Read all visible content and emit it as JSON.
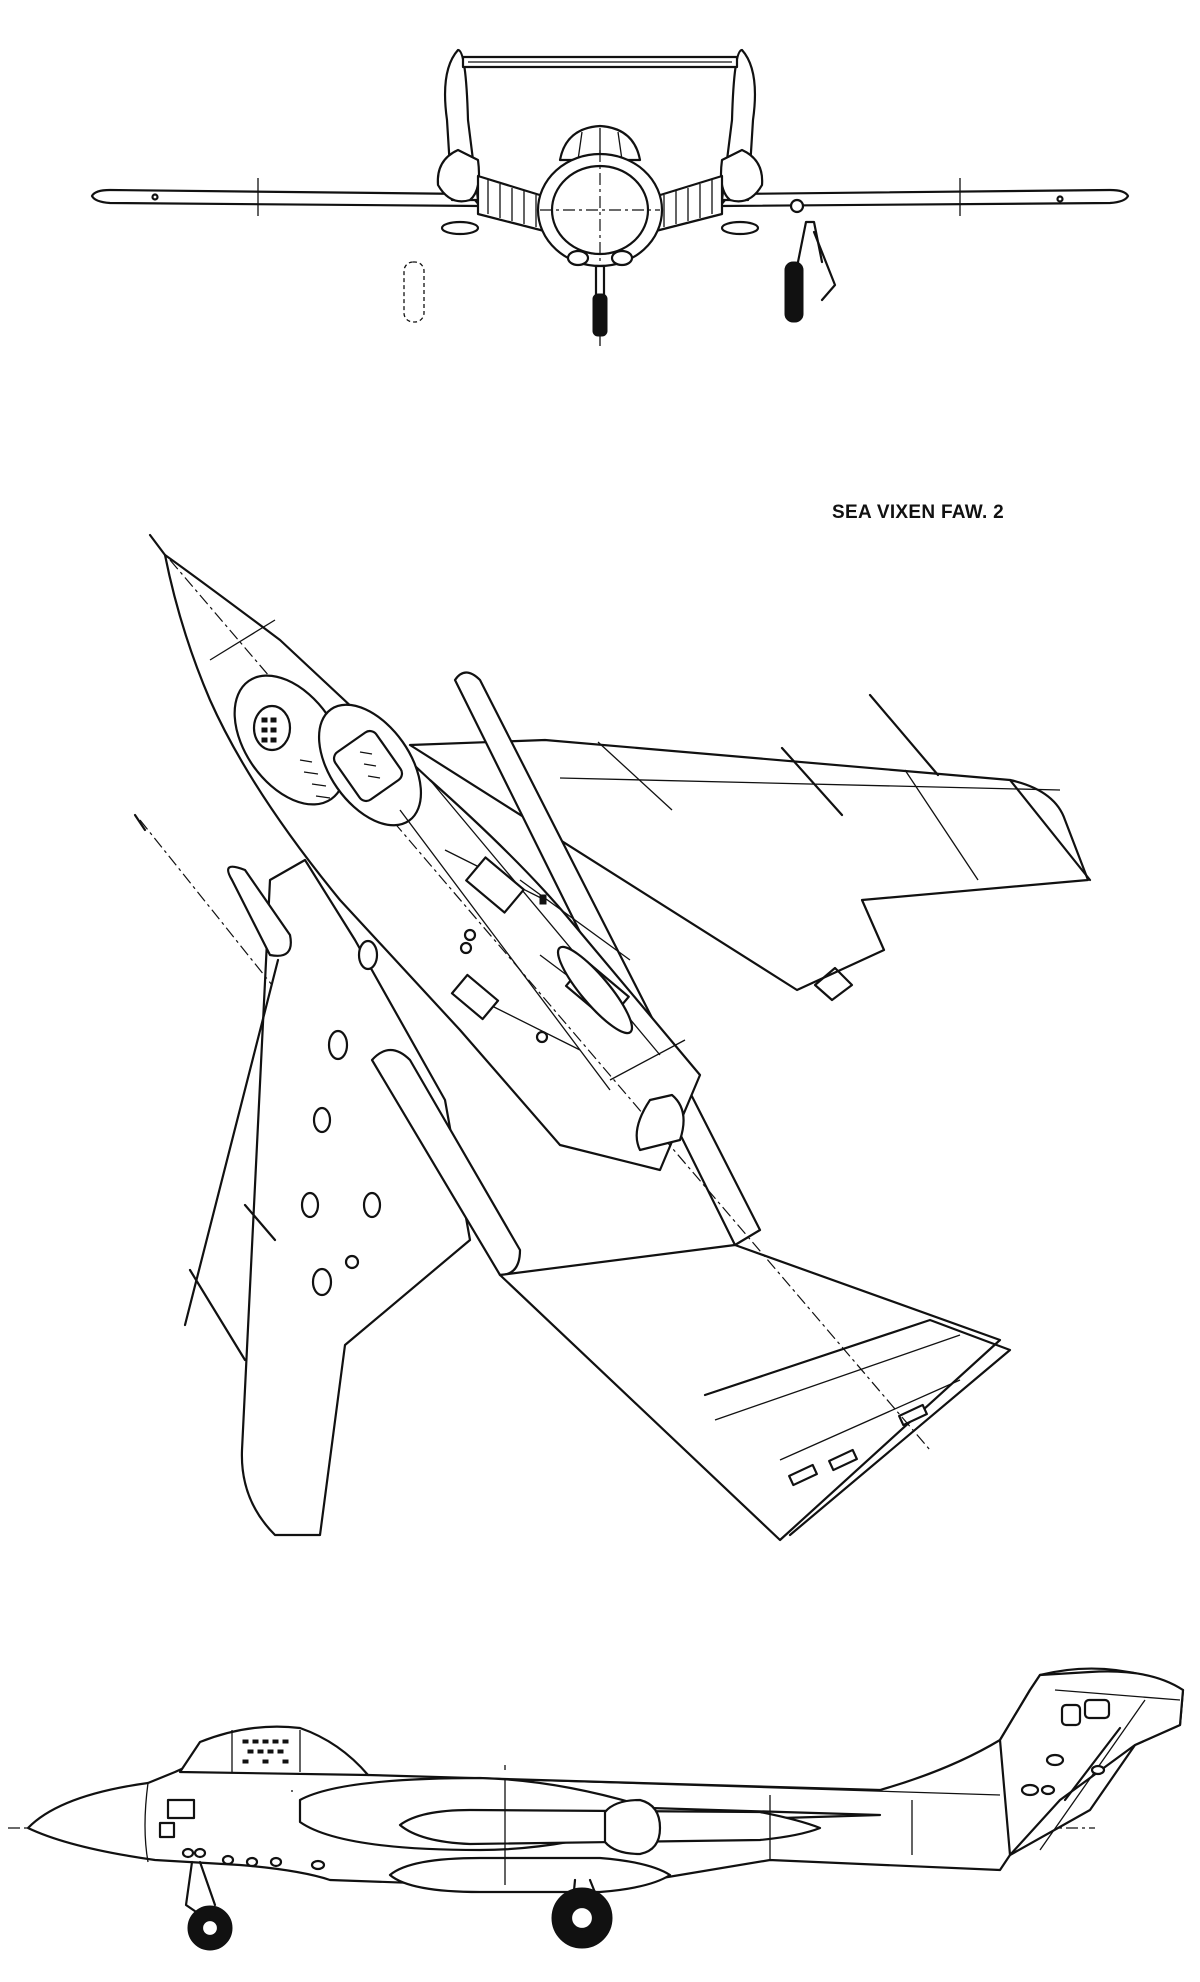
{
  "drawing": {
    "title": "SEA VIXEN FAW. 2",
    "views": [
      "front-view",
      "plan-view",
      "side-view"
    ]
  }
}
